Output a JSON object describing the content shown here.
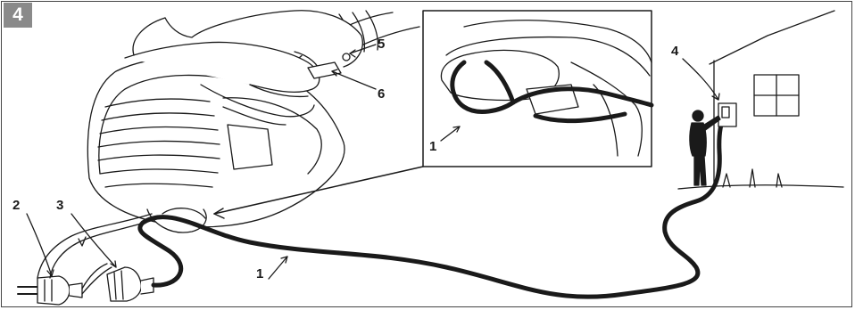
{
  "figure": {
    "number": "4"
  },
  "callouts": {
    "cable": "1",
    "cable_in_inset": "1",
    "plug": "2",
    "extension_socket": "3",
    "wall_outlet": "4",
    "lock_button": "5",
    "trigger": "6"
  },
  "icons": {
    "hand": "hand-icon",
    "trimmer": "trimmer-icon",
    "plug": "plug-icon",
    "person": "person-icon",
    "house": "house-icon"
  },
  "colors": {
    "line": "#1a1a1a",
    "badge": "#8a8a8a",
    "frame": "#444444"
  }
}
